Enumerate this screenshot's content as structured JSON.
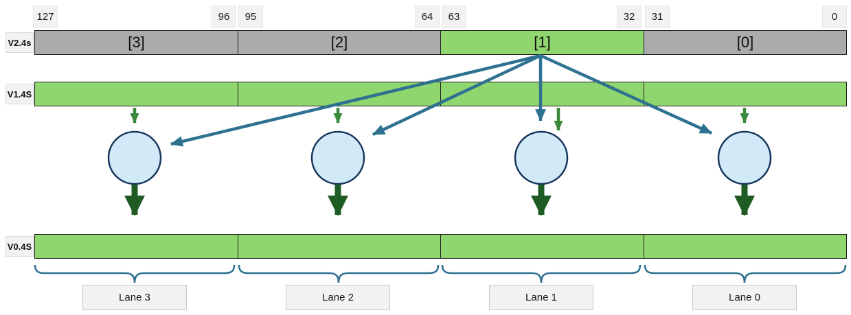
{
  "bit_labels": [
    "127",
    "96",
    "95",
    "64",
    "63",
    "32",
    "31",
    "0"
  ],
  "registers": {
    "v2": {
      "name": "V2.4s",
      "segments": [
        {
          "label": "[3]",
          "highlight": false
        },
        {
          "label": "[2]",
          "highlight": false
        },
        {
          "label": "[1]",
          "highlight": true
        },
        {
          "label": "[0]",
          "highlight": false
        }
      ]
    },
    "v1": {
      "name": "V1.4S"
    },
    "v0": {
      "name": "V0.4S"
    }
  },
  "lanes": [
    "Lane 3",
    "Lane 2",
    "Lane 1",
    "Lane 0"
  ],
  "nodes": {
    "count": 4,
    "icon": "operation-circle"
  },
  "colors": {
    "register_green": "#90D66E",
    "register_gray": "#ABABAB",
    "arrow_blue": "#2E7191",
    "arrow_green": "#3A8A3C",
    "arrow_dark_green": "#1F5C23",
    "node_fill": "#D2EAF7",
    "node_border": "#16365C",
    "label_box_bg": "#F2F2F2"
  }
}
